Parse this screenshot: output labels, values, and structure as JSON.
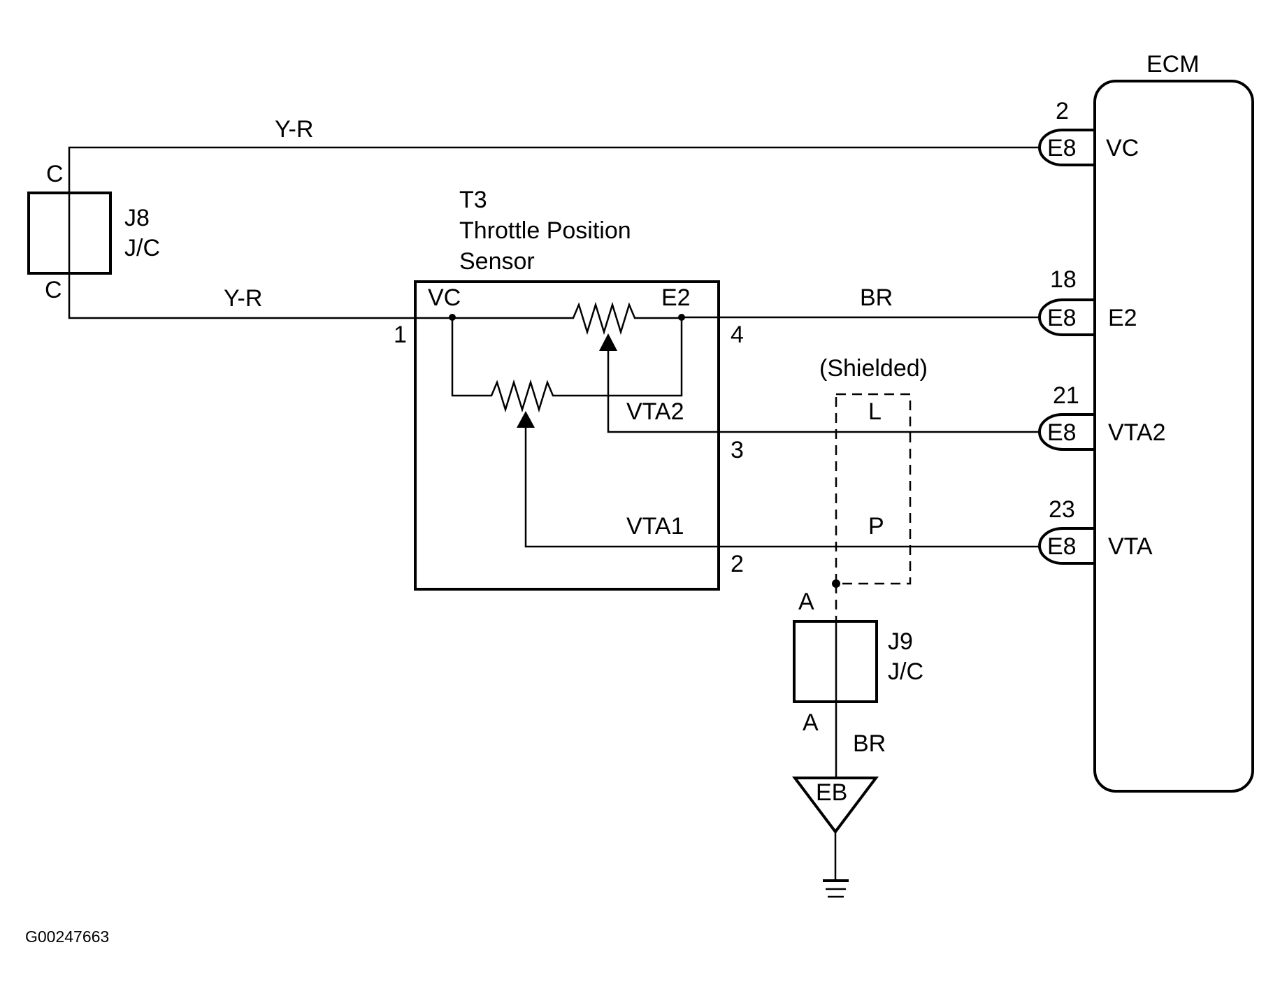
{
  "figure_id": "G00247663",
  "ecm": {
    "title": "ECM",
    "pins": [
      {
        "number": "2",
        "connector": "E8",
        "signal": "VC"
      },
      {
        "number": "18",
        "connector": "E8",
        "signal": "E2"
      },
      {
        "number": "21",
        "connector": "E8",
        "signal": "VTA2"
      },
      {
        "number": "23",
        "connector": "E8",
        "signal": "VTA"
      }
    ]
  },
  "sensor": {
    "id": "T3",
    "name_line1": "Throttle Position",
    "name_line2": "Sensor",
    "terminals": {
      "vc": "VC",
      "e2": "E2",
      "vta2": "VTA2",
      "vta1": "VTA1"
    },
    "pins": {
      "vc": "1",
      "e2": "4",
      "vta2": "3",
      "vta1": "2"
    }
  },
  "j8": {
    "id": "J8",
    "type": "J/C",
    "top_pin": "C",
    "bottom_pin": "C"
  },
  "j9": {
    "id": "J9",
    "type": "J/C",
    "top_pin": "A",
    "bottom_pin": "A"
  },
  "wires": {
    "vc_ecm": "Y-R",
    "vc_sensor": "Y-R",
    "e2": "BR",
    "vta2": "L",
    "vta1": "P",
    "ground": "BR"
  },
  "shield_label": "(Shielded)",
  "ground_point": "EB"
}
